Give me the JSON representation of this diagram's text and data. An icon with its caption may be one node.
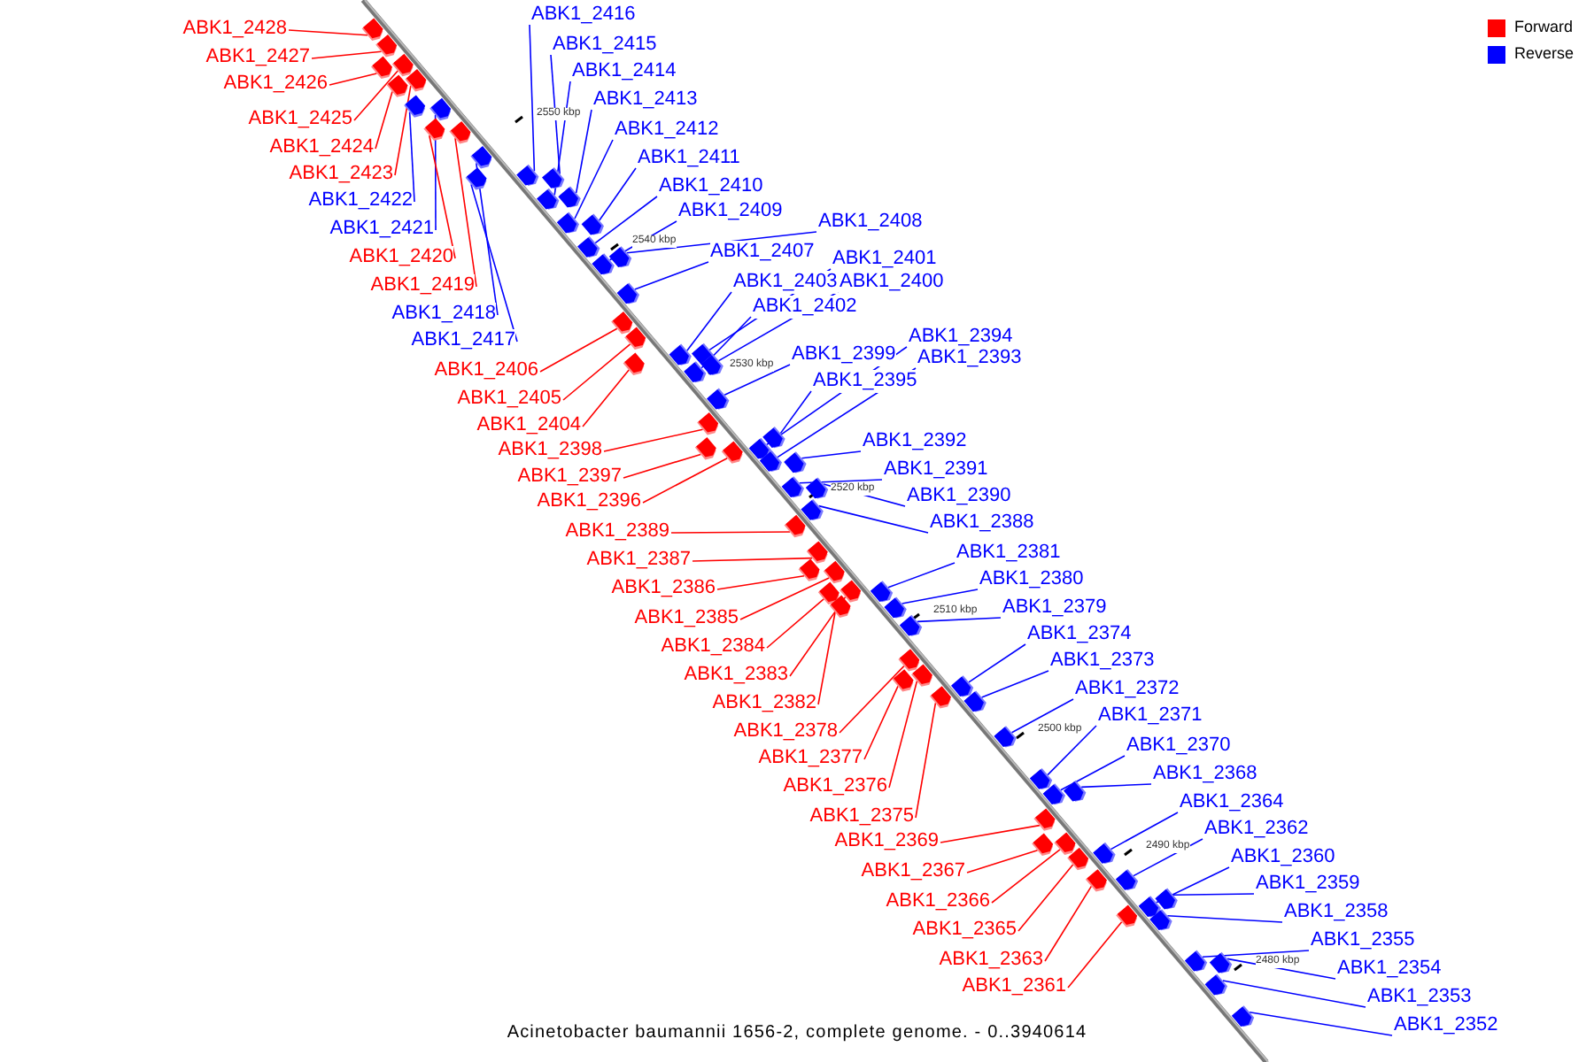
{
  "diagram": {
    "caption": "Acinetobacter baumannii 1656-2, complete genome. - 0..3940614",
    "nodes": [
      {
        "text": [
          "ABK1_2428"
        ]
      },
      {
        "text": [
          "ABK1_2427"
        ]
      },
      {
        "text": [
          "ABK1_2426"
        ]
      },
      {
        "text": [
          "ABK1_2425"
        ]
      },
      {
        "text": [
          "ABK1_2424"
        ]
      },
      {
        "text": [
          "ABK1_2423"
        ]
      },
      {
        "text": [
          "ABK1_2422"
        ]
      },
      {
        "text": [
          "ABK1_2421"
        ]
      },
      {
        "text": [
          "ABK1_2420"
        ]
      },
      {
        "text": [
          "ABK1_2419"
        ]
      },
      {
        "text": [
          "ABK1_2418"
        ]
      },
      {
        "text": [
          "ABK1_2417"
        ]
      },
      {
        "text": [
          "ABK1_2406"
        ]
      },
      {
        "text": [
          "ABK1_2405"
        ]
      },
      {
        "text": [
          "ABK1_2404"
        ]
      },
      {
        "text": [
          "ABK1_2398"
        ]
      },
      {
        "text": [
          "ABK1_2397"
        ]
      },
      {
        "text": [
          "ABK1_2396"
        ]
      },
      {
        "text": [
          "ABK1_2389"
        ]
      },
      {
        "text": [
          "ABK1_2387"
        ]
      },
      {
        "text": [
          "ABK1_2386"
        ]
      },
      {
        "text": [
          "ABK1_2385"
        ]
      },
      {
        "text": [
          "ABK1_2384"
        ]
      },
      {
        "text": [
          "ABK1_2383"
        ]
      },
      {
        "text": [
          "ABK1_2382"
        ]
      },
      {
        "text": [
          "ABK1_2378"
        ]
      },
      {
        "text": [
          "ABK1_2377"
        ]
      },
      {
        "text": [
          "ABK1_2376"
        ]
      },
      {
        "text": [
          "ABK1_2375"
        ]
      },
      {
        "text": [
          "ABK1_2369"
        ]
      },
      {
        "text": [
          "ABK1_2367"
        ]
      },
      {
        "text": [
          "ABK1_2366"
        ]
      },
      {
        "text": [
          "ABK1_2365"
        ]
      },
      {
        "text": [
          "ABK1_2363"
        ]
      },
      {
        "text": [
          "ABK1_2361"
        ]
      },
      {
        "text": [
          "ABK1_2416"
        ]
      },
      {
        "text": [
          "ABK1_2415"
        ]
      },
      {
        "text": [
          "ABK1_2414"
        ]
      },
      {
        "text": [
          "ABK1_2413"
        ]
      },
      {
        "text": [
          "ABK1_2412"
        ]
      },
      {
        "text": [
          "ABK1_2411"
        ]
      },
      {
        "text": [
          "ABK1_2410"
        ]
      },
      {
        "text": [
          "ABK1_2409"
        ]
      },
      {
        "text": [
          "ABK1_2408"
        ]
      },
      {
        "text": [
          "ABK1_2407"
        ]
      },
      {
        "text": [
          "ABK1_2401"
        ]
      },
      {
        "text": [
          "ABK1_2403"
        ]
      },
      {
        "text": [
          "ABK1_2400"
        ]
      },
      {
        "text": [
          "ABK1_2402"
        ]
      },
      {
        "text": [
          "ABK1_2399"
        ]
      },
      {
        "text": [
          "ABK1_2394"
        ]
      },
      {
        "text": [
          "ABK1_2393"
        ]
      },
      {
        "text": [
          "ABK1_2395"
        ]
      },
      {
        "text": [
          "ABK1_2392"
        ]
      },
      {
        "text": [
          "ABK1_2391"
        ]
      },
      {
        "text": [
          "ABK1_2390"
        ]
      },
      {
        "text": [
          "ABK1_2388"
        ]
      },
      {
        "text": [
          "ABK1_2381"
        ]
      },
      {
        "text": [
          "ABK1_2380"
        ]
      },
      {
        "text": [
          "ABK1_2379"
        ]
      },
      {
        "text": [
          "ABK1_2374"
        ]
      },
      {
        "text": [
          "ABK1_2373"
        ]
      },
      {
        "text": [
          "ABK1_2372"
        ]
      },
      {
        "text": [
          "ABK1_2371"
        ]
      },
      {
        "text": [
          "ABK1_2370"
        ]
      },
      {
        "text": [
          "ABK1_2368"
        ]
      },
      {
        "text": [
          "ABK1_2364"
        ]
      },
      {
        "text": [
          "ABK1_2362"
        ]
      },
      {
        "text": [
          "ABK1_2360"
        ]
      },
      {
        "text": [
          "ABK1_2359"
        ]
      },
      {
        "text": [
          "ABK1_2358"
        ]
      },
      {
        "text": [
          "ABK1_2355"
        ]
      },
      {
        "text": [
          "ABK1_2354"
        ]
      },
      {
        "text": [
          "ABK1_2353"
        ]
      },
      {
        "text": [
          "ABK1_2352"
        ]
      },
      {
        "text": [],
        "shape": "bar"
      },
      {
        "text": [],
        "shape": "bar"
      },
      {
        "text": [],
        "shape": "bar"
      },
      {
        "text": [],
        "shape": "bar"
      },
      {
        "text": [],
        "shape": "bar"
      },
      {
        "text": [],
        "shape": "bar"
      },
      {
        "text": [],
        "shape": "bar"
      },
      {
        "text": [],
        "shape": "bar"
      },
      {
        "text": [],
        "shape": "bar"
      },
      {
        "text": [],
        "shape": "bar"
      },
      {
        "text": [],
        "shape": "bar"
      },
      {
        "text": [],
        "shape": "bar"
      },
      {
        "text": [],
        "shape": "bar"
      },
      {
        "text": [],
        "shape": "bar"
      },
      {
        "text": [],
        "shape": "bar"
      },
      {
        "text": [],
        "shape": "bar"
      },
      {
        "text": [],
        "shape": "bar"
      },
      {
        "text": [],
        "shape": "bar"
      },
      {
        "text": [],
        "shape": "bar"
      },
      {
        "text": [],
        "shape": "bar"
      },
      {
        "text": [],
        "shape": "bar"
      },
      {
        "text": [],
        "shape": "bar"
      },
      {
        "text": [],
        "shape": "bar"
      },
      {
        "text": [],
        "shape": "bar"
      },
      {
        "text": [],
        "shape": "bar"
      },
      {
        "text": [],
        "shape": "bar"
      },
      {
        "text": [],
        "shape": "bar"
      },
      {
        "text": [],
        "shape": "bar"
      },
      {
        "text": [],
        "shape": "bar"
      },
      {
        "text": [],
        "shape": "bar"
      },
      {
        "text": [],
        "shape": "bar"
      },
      {
        "text": [],
        "shape": "bar"
      },
      {
        "text": [],
        "shape": "bar"
      },
      {
        "text": [],
        "shape": "bar"
      },
      {
        "text": [],
        "shape": "bar"
      },
      {
        "text": [],
        "shape": "bar"
      },
      {
        "text": [],
        "shape": "bar"
      },
      {
        "text": [],
        "shape": "bar"
      },
      {
        "text": [],
        "shape": "bar"
      },
      {
        "text": [],
        "shape": "bar"
      },
      {
        "text": [],
        "shape": "bar"
      },
      {
        "text": [],
        "shape": "bar"
      },
      {
        "text": [],
        "shape": "bar"
      },
      {
        "text": [],
        "shape": "bar"
      },
      {
        "text": [],
        "shape": "bar"
      },
      {
        "text": [],
        "shape": "bar"
      },
      {
        "text": [],
        "shape": "bar"
      },
      {
        "text": [],
        "shape": "bar"
      },
      {
        "text": [],
        "shape": "bar"
      },
      {
        "text": [],
        "shape": "bar"
      },
      {
        "text": [],
        "shape": "bar"
      },
      {
        "text": [],
        "shape": "bar"
      },
      {
        "text": [],
        "shape": "bar"
      },
      {
        "text": [],
        "shape": "bar"
      },
      {
        "text": [],
        "shape": "bar"
      },
      {
        "text": [],
        "shape": "bar"
      },
      {
        "text": [],
        "shape": "bar"
      },
      {
        "text": [],
        "shape": "bar"
      },
      {
        "text": [],
        "shape": "bar"
      },
      {
        "text": [],
        "shape": "bar"
      },
      {
        "text": [],
        "shape": "bar"
      },
      {
        "text": [],
        "shape": "bar"
      },
      {
        "text": [],
        "shape": "bar"
      },
      {
        "text": [],
        "shape": "bar"
      },
      {
        "text": [],
        "shape": "bar"
      },
      {
        "text": [],
        "shape": "bar"
      },
      {
        "text": [],
        "shape": "bar"
      },
      {
        "text": [],
        "shape": "bar"
      },
      {
        "text": [],
        "shape": "bar"
      },
      {
        "text": [],
        "shape": "bar"
      },
      {
        "text": [],
        "shape": "bar"
      },
      {
        "text": [],
        "shape": "bar"
      },
      {
        "text": [],
        "shape": "bar"
      },
      {
        "text": [],
        "shape": "bar"
      },
      {
        "text": [],
        "shape": "bar"
      }
    ],
    "edges": [
      {
        "from": 0,
        "to": 75,
        "arrow": "none",
        "color": "#ff0000"
      },
      {
        "from": 1,
        "to": 76,
        "arrow": "none",
        "color": "#ff0000"
      },
      {
        "from": 2,
        "to": 77,
        "arrow": "none",
        "color": "#ff0000"
      },
      {
        "from": 3,
        "to": 78,
        "arrow": "none",
        "color": "#ff0000"
      },
      {
        "from": 4,
        "to": 79,
        "arrow": "none",
        "color": "#ff0000"
      },
      {
        "from": 5,
        "to": 80,
        "arrow": "none",
        "color": "#ff0000"
      },
      {
        "from": 6,
        "to": 81,
        "arrow": "none"
      },
      {
        "from": 7,
        "to": 82,
        "arrow": "none"
      },
      {
        "from": 8,
        "to": 83,
        "arrow": "none",
        "color": "#ff0000"
      },
      {
        "from": 9,
        "to": 84,
        "arrow": "none",
        "color": "#ff0000"
      },
      {
        "from": 10,
        "to": 85,
        "arrow": "none"
      },
      {
        "from": 11,
        "to": 86,
        "arrow": "none"
      },
      {
        "from": 12,
        "to": 97,
        "arrow": "none",
        "color": "#ff0000"
      },
      {
        "from": 13,
        "to": 98,
        "arrow": "none",
        "color": "#ff0000"
      },
      {
        "from": 14,
        "to": 99,
        "arrow": "none",
        "color": "#ff0000"
      },
      {
        "from": 15,
        "to": 105,
        "arrow": "none",
        "color": "#ff0000"
      },
      {
        "from": 16,
        "to": 106,
        "arrow": "none",
        "color": "#ff0000"
      },
      {
        "from": 17,
        "to": 107,
        "arrow": "none",
        "color": "#ff0000"
      },
      {
        "from": 18,
        "to": 115,
        "arrow": "none",
        "color": "#ff0000"
      },
      {
        "from": 19,
        "to": 116,
        "arrow": "none",
        "color": "#ff0000"
      },
      {
        "from": 20,
        "to": 117,
        "arrow": "none",
        "color": "#ff0000"
      },
      {
        "from": 21,
        "to": 118,
        "arrow": "none",
        "color": "#ff0000"
      },
      {
        "from": 22,
        "to": 119,
        "arrow": "none",
        "color": "#ff0000"
      },
      {
        "from": 23,
        "to": 120,
        "arrow": "none",
        "color": "#ff0000"
      },
      {
        "from": 24,
        "to": 121,
        "arrow": "none",
        "color": "#ff0000"
      },
      {
        "from": 25,
        "to": 125,
        "arrow": "none",
        "color": "#ff0000"
      },
      {
        "from": 26,
        "to": 126,
        "arrow": "none",
        "color": "#ff0000"
      },
      {
        "from": 27,
        "to": 127,
        "arrow": "none",
        "color": "#ff0000"
      },
      {
        "from": 28,
        "to": 128,
        "arrow": "none",
        "color": "#ff0000"
      },
      {
        "from": 29,
        "to": 135,
        "arrow": "none",
        "color": "#ff0000"
      },
      {
        "from": 30,
        "to": 136,
        "arrow": "none",
        "color": "#ff0000"
      },
      {
        "from": 31,
        "to": 137,
        "arrow": "none",
        "color": "#ff0000"
      },
      {
        "from": 32,
        "to": 138,
        "arrow": "none",
        "color": "#ff0000"
      },
      {
        "from": 33,
        "to": 140,
        "arrow": "none",
        "color": "#ff0000"
      },
      {
        "from": 34,
        "to": 142,
        "arrow": "none",
        "color": "#ff0000"
      },
      {
        "from": 35,
        "to": 87,
        "arrow": "none"
      },
      {
        "from": 36,
        "to": 88,
        "arrow": "none"
      },
      {
        "from": 37,
        "to": 89,
        "arrow": "none"
      },
      {
        "from": 38,
        "to": 90,
        "arrow": "none"
      },
      {
        "from": 39,
        "to": 91,
        "arrow": "none"
      },
      {
        "from": 40,
        "to": 92,
        "arrow": "none"
      },
      {
        "from": 41,
        "to": 93,
        "arrow": "none"
      },
      {
        "from": 42,
        "to": 94,
        "arrow": "none"
      },
      {
        "from": 43,
        "to": 95,
        "arrow": "none"
      },
      {
        "from": 44,
        "to": 96,
        "arrow": "none"
      },
      {
        "from": 45,
        "to": 101,
        "arrow": "none"
      },
      {
        "from": 46,
        "to": 100,
        "arrow": "none"
      },
      {
        "from": 47,
        "to": 103,
        "arrow": "none"
      },
      {
        "from": 48,
        "to": 102,
        "arrow": "none"
      },
      {
        "from": 49,
        "to": 104,
        "arrow": "none"
      },
      {
        "from": 50,
        "to": 108,
        "arrow": "none"
      },
      {
        "from": 51,
        "to": 110,
        "arrow": "none"
      },
      {
        "from": 52,
        "to": 109,
        "arrow": "none"
      },
      {
        "from": 53,
        "to": 111,
        "arrow": "none"
      },
      {
        "from": 54,
        "to": 112,
        "arrow": "none"
      },
      {
        "from": 55,
        "to": 113,
        "arrow": "none"
      },
      {
        "from": 56,
        "to": 114,
        "arrow": "none"
      },
      {
        "from": 57,
        "to": 122,
        "arrow": "none"
      },
      {
        "from": 58,
        "to": 123,
        "arrow": "none"
      },
      {
        "from": 59,
        "to": 124,
        "arrow": "none"
      },
      {
        "from": 60,
        "to": 129,
        "arrow": "none"
      },
      {
        "from": 61,
        "to": 130,
        "arrow": "none"
      },
      {
        "from": 62,
        "to": 131,
        "arrow": "none"
      },
      {
        "from": 63,
        "to": 132,
        "arrow": "none"
      },
      {
        "from": 64,
        "to": 133,
        "arrow": "none"
      },
      {
        "from": 65,
        "to": 134,
        "arrow": "none"
      },
      {
        "from": 66,
        "to": 139,
        "arrow": "none"
      },
      {
        "from": 67,
        "to": 141,
        "arrow": "none"
      },
      {
        "from": 68,
        "to": 143,
        "arrow": "none"
      },
      {
        "from": 69,
        "to": 144,
        "arrow": "none"
      },
      {
        "from": 70,
        "to": 145,
        "arrow": "none"
      },
      {
        "from": 71,
        "to": 146,
        "arrow": "none"
      },
      {
        "from": 72,
        "to": 147,
        "arrow": "none"
      },
      {
        "from": 73,
        "to": 148,
        "arrow": "none"
      },
      {
        "from": 74,
        "to": 149,
        "arrow": "none"
      }
    ],
    "labels": [
      "2550 kbp",
      "2540 kbp",
      "2530 kbp",
      "2520 kbp",
      "2510 kbp",
      "2500 kbp",
      "2490 kbp",
      "2480 kbp"
    ],
    "legend": [
      {
        "text": "Forward",
        "color": "#ff0000"
      },
      {
        "text": "Reverse",
        "color": "#0000ff"
      }
    ]
  }
}
